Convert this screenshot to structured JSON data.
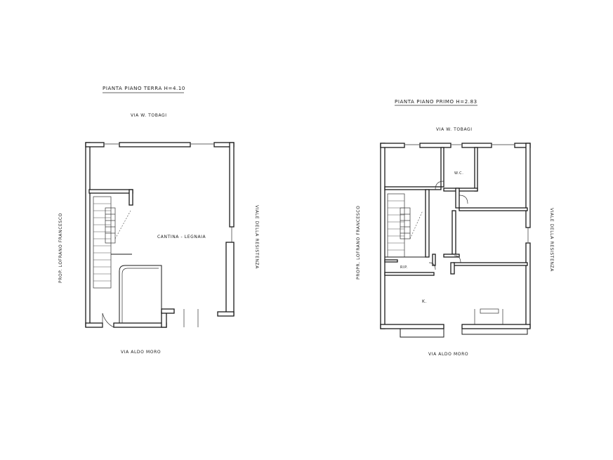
{
  "ground_floor": {
    "title": "PIANTA PIANO TERRA  H=4.10",
    "street_north": "VIA W. TOBAGI",
    "street_south": "VIA ALDO MORO",
    "street_west": "PROP. LOFRANO FRANCESCO",
    "street_east": "VIALE DELLA RESISTENZA",
    "room_label": "CANTINA - LEGNAIA"
  },
  "first_floor": {
    "title": "PIANTA PIANO PRIMO  H=2.83",
    "street_north": "VIA W. TOBAGI",
    "street_south": "VIA ALDO MORO",
    "street_west": "PROPR. LOFRANO FRANCESCO",
    "street_east": "VIALE DELLA RESISTENZA",
    "label_wc": "W.C.",
    "label_rip": "RIP.",
    "label_k": "K."
  }
}
